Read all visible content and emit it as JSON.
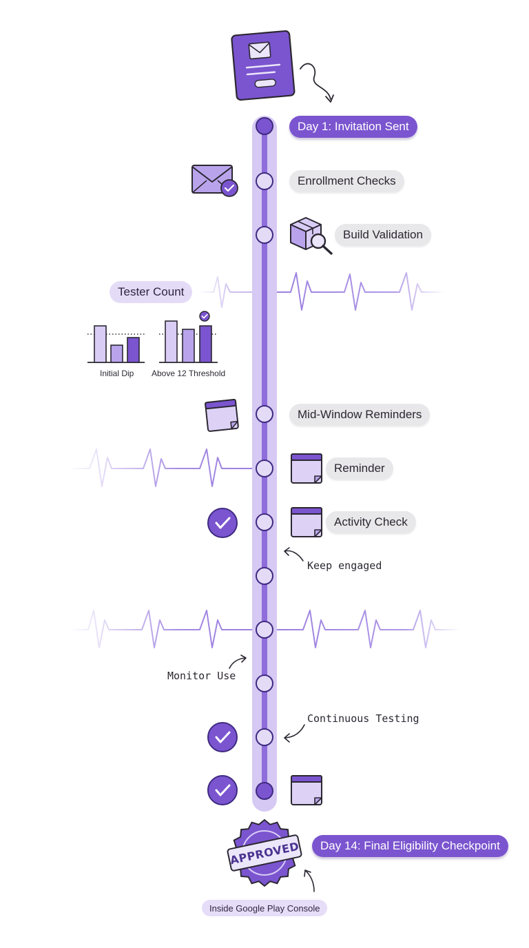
{
  "colors": {
    "primary": "#7b55cf",
    "primary_dark": "#4a3390",
    "light": "#d9cdf6",
    "rail": "#c5b3ee",
    "pill_gray": "#e8e7ea"
  },
  "timeline": {
    "start_label": "Day 1: Invitation Sent",
    "end_label": "Day 14: Final Eligibility Checkpoint",
    "milestones": [
      {
        "label": "Enrollment Checks",
        "icon": "envelope-check-icon"
      },
      {
        "label": "Build Validation",
        "icon": "package-search-icon"
      },
      {
        "label": "Mid-Window Reminders",
        "icon": "sticky-note-icon"
      },
      {
        "label": "Reminder",
        "icon": "sticky-note-icon"
      },
      {
        "label": "Activity Check",
        "icon": "sticky-note-icon"
      }
    ],
    "annotations": {
      "keep_engaged": "Keep engaged",
      "monitor_use": "Monitor Use",
      "continuous_testing": "Continuous Testing"
    }
  },
  "tester_chart": {
    "title": "Tester Count",
    "groups": [
      {
        "label": "Initial Dip",
        "values": [
          1.0,
          0.47,
          0.67
        ],
        "threshold": 0.77
      },
      {
        "label": "Above 12 Threshold",
        "values": [
          1.0,
          0.8,
          0.88
        ],
        "threshold": 0.67
      }
    ]
  },
  "badge": {
    "text": "APPROVED",
    "caption": "Inside Google Play Console"
  }
}
